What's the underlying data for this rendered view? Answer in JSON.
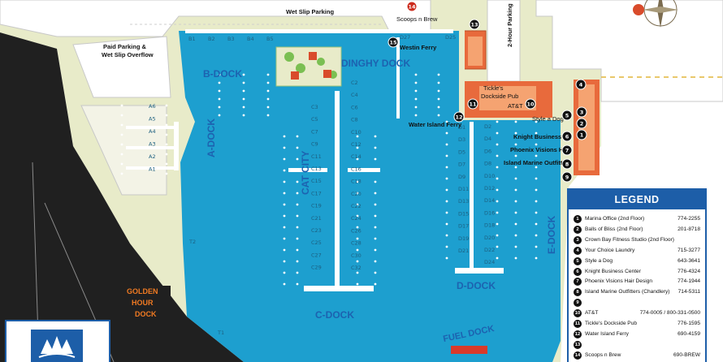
{
  "areas": {
    "wet_slip_parking": "Wet Slip Parking",
    "paid_parking": "Paid Parking &",
    "wet_slip_overflow": "Wet Slip Overflow",
    "two_hour_parking": "2-Hour Parking",
    "golden_hour": [
      "GOLDEN",
      "HOUR",
      "DOCK"
    ]
  },
  "docks": {
    "a": "A-DOCK",
    "b": "B-DOCK",
    "c": "C-DOCK",
    "d": "D-DOCK",
    "e": "E-DOCK",
    "dinghy": "DINGHY DOCK",
    "fuel": "FUEL DOCK",
    "cat_city": "CAT CITY"
  },
  "slips": {
    "b": [
      "B1",
      "B2",
      "B3",
      "B4",
      "B5"
    ],
    "a": [
      "A6",
      "A5",
      "A4",
      "A3",
      "A2",
      "A1"
    ],
    "t": [
      "T2",
      "T1"
    ],
    "c_left": [
      "C3",
      "C5",
      "C7",
      "C9",
      "C11",
      "C13",
      "C15",
      "C17",
      "C19",
      "C21",
      "C23",
      "C25",
      "C27",
      "C29"
    ],
    "c_right": [
      "C2",
      "C4",
      "C6",
      "C8",
      "C10",
      "C12",
      "C14",
      "C16",
      "C18",
      "C20",
      "C22",
      "C24",
      "C26",
      "C28",
      "C30",
      "C32"
    ],
    "d_left": [
      "D1",
      "D3",
      "D5",
      "D7",
      "D9",
      "D11",
      "D13",
      "D15",
      "D17",
      "D19",
      "D21"
    ],
    "d_right": [
      "D2",
      "D4",
      "D6",
      "D8",
      "D10",
      "D12",
      "D14",
      "D16",
      "D18",
      "D20",
      "D22",
      "D24"
    ],
    "d_27": "D27",
    "d_25": "D25"
  },
  "map_labels": {
    "scoops": "Scoops n Brew",
    "westin": "Westin Ferry",
    "tickles": [
      "Tickle's",
      "Dockside Pub"
    ],
    "att": "AT&T",
    "style": "Style a Dog",
    "water_island": "Water Island Ferry",
    "knight": "Knight Business Ctr",
    "phoenix": "Phoenix Visions Hair",
    "island_marine": "Island Marine Outfitters"
  },
  "legend": {
    "title": "LEGEND",
    "items": [
      {
        "num": "1",
        "name": "Marina Office (2nd Floor)",
        "phone": "774-2255"
      },
      {
        "num": "2",
        "name": "Balls of Bliss (2nd Floor)",
        "phone": "201-8718"
      },
      {
        "num": "3",
        "name": "Crown Bay Fitness Studio (2nd Floor)",
        "phone": ""
      },
      {
        "num": "4",
        "name": "Your Choice Laundry",
        "phone": "715-3277"
      },
      {
        "num": "5",
        "name": "Style a Dog",
        "phone": "643-3641"
      },
      {
        "num": "6",
        "name": "Knight Business Center",
        "phone": "776-4324"
      },
      {
        "num": "7",
        "name": "Phoenix Visions Hair Design",
        "phone": "774-1944"
      },
      {
        "num": "8",
        "name": "Island Marine Outfitters (Chandlery)",
        "phone": "714-5311"
      },
      {
        "num": "9",
        "name": "",
        "phone": ""
      },
      {
        "num": "10",
        "name": "AT&T",
        "phone": "774-0005 / 800-331-0500"
      },
      {
        "num": "11",
        "name": "Tickle's Dockside Pub",
        "phone": "776-1595"
      },
      {
        "num": "12",
        "name": "Water Island Ferry",
        "phone": "690-4159"
      },
      {
        "num": "13",
        "name": "",
        "phone": ""
      },
      {
        "num": "14",
        "name": "Scoops n Brew",
        "phone": "690-BREW"
      }
    ]
  },
  "colors": {
    "water": "#1d9fcf",
    "land": "#e8ebc9",
    "road": "#ffffff",
    "building": "#e86a3c",
    "building_roof": "#f5a371",
    "legend_blue": "#1d5ea8",
    "dock_label": "#1d62b0",
    "golden_hour": "#f07a22",
    "marker": "#111111",
    "scoops_marker": "#cc2a1c"
  }
}
